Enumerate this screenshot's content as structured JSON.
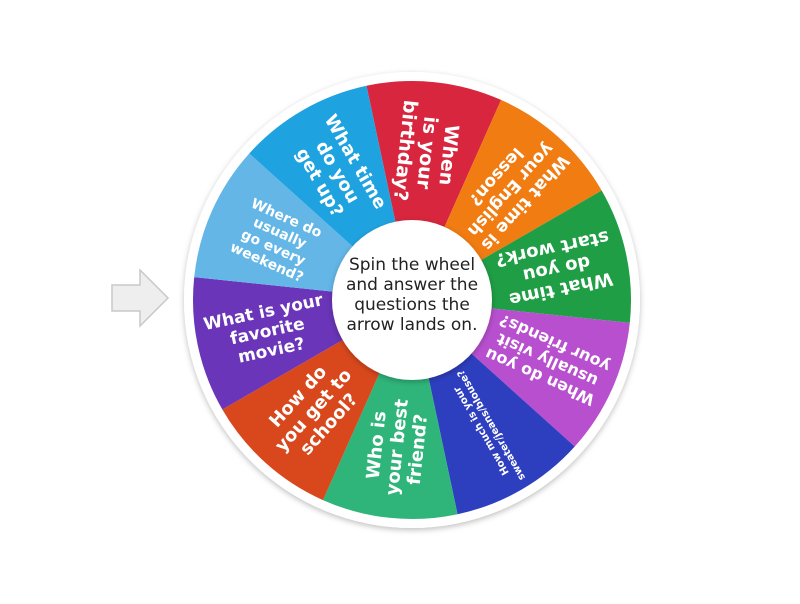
{
  "wheel": {
    "center_text": [
      "Spin the wheel",
      "and answer the",
      "questions the",
      "arrow lands on."
    ],
    "segments": [
      {
        "label": "When is your birthday?",
        "color": "#d7263d"
      },
      {
        "label": "What time is your English lesson?",
        "color": "#f07c12"
      },
      {
        "label": "What time do you start work?",
        "color": "#1f9e45"
      },
      {
        "label": "When do you usually visit your friends?",
        "color": "#b84fcf"
      },
      {
        "label": "How much is your sweater/jeans/blouse?",
        "color": "#2d3fbf"
      },
      {
        "label": "Who is your best friend?",
        "color": "#2fb57a"
      },
      {
        "label": "How do you get to school?",
        "color": "#d9481c"
      },
      {
        "label": "What is your favorite movie?",
        "color": "#6a35b8"
      },
      {
        "label": "Where do usually go every weekend?",
        "color": "#63b6e6"
      },
      {
        "label": "What time do you get up?",
        "color": "#1fa3e0"
      }
    ],
    "rim_color": "#ffffff",
    "pointer": {
      "icon": "arrow-right-icon",
      "color": "#d9d9d9"
    }
  }
}
